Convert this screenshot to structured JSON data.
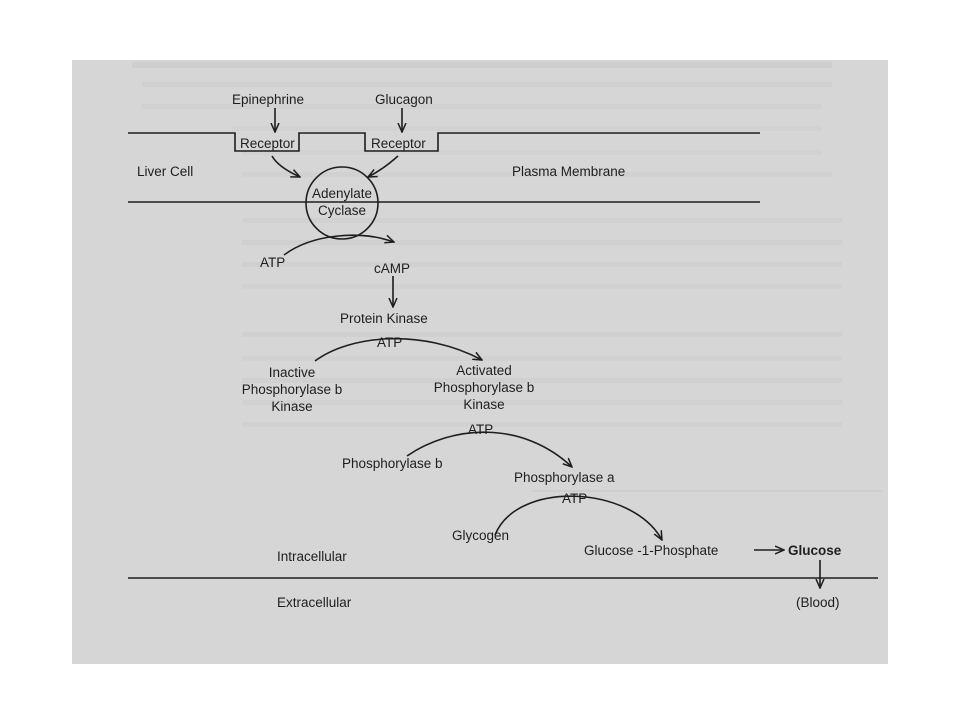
{
  "labels": {
    "epinephrine": "Epinephrine",
    "glucagon": "Glucagon",
    "receptor_left": "Receptor",
    "receptor_right": "Receptor",
    "liver_cell": "Liver Cell",
    "plasma_membrane": "Plasma Membrane",
    "adenylate_line1": "Adenylate",
    "adenylate_line2": "Cyclase",
    "atp_1": "ATP",
    "camp": "cAMP",
    "protein_kinase": "Protein Kinase",
    "atp_2": "ATP",
    "inactive_line1": "Inactive",
    "inactive_line2": "Phosphorylase b",
    "inactive_line3": "Kinase",
    "activated_line1": "Activated",
    "activated_line2": "Phosphorylase b",
    "activated_line3": "Kinase",
    "atp_3": "ATP",
    "phosphorylase_b": "Phosphorylase b",
    "phosphorylase_a": "Phosphorylase a",
    "atp_4": "ATP",
    "glycogen": "Glycogen",
    "glucose_1_phosphate": "Glucose -1-Phosphate",
    "glucose": "Glucose",
    "intracellular": "Intracellular",
    "extracellular": "Extracellular",
    "blood": "(Blood)"
  },
  "colors": {
    "scan_background": "#d6d6d6",
    "ink": "#1e1e1e",
    "page_background": "#ffffff"
  }
}
